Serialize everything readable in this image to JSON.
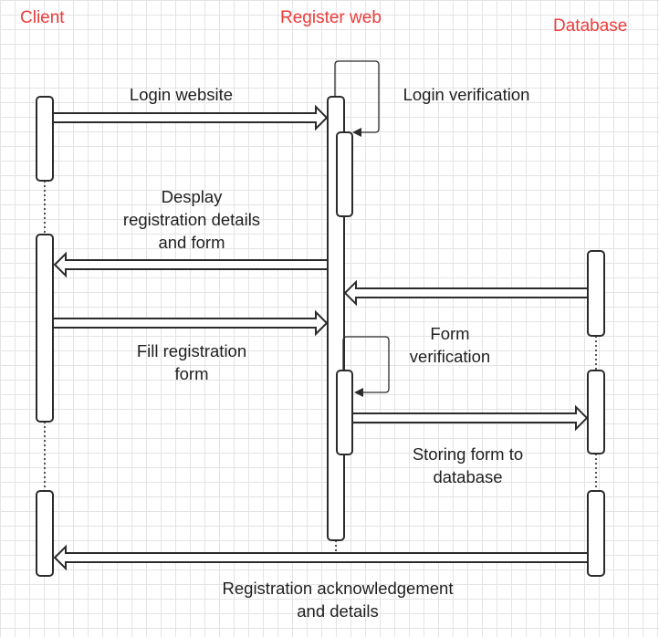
{
  "colors": {
    "actor": "#ee3b3b",
    "line": "#2b2b2b",
    "grid": "#e4e4e4"
  },
  "actors": {
    "client": "Client",
    "register_web": "Register web",
    "database": "Database"
  },
  "messages": {
    "login_website": "Login website",
    "login_verification": "Login verification",
    "display_form": "Desplay\nregistration details\nand form",
    "fill_form": "Fill registration\nform",
    "form_verification": "Form\nverification",
    "storing_form": "Storing form to\ndatabase",
    "acknowledgement": "Registration acknowledgement\nand details"
  }
}
